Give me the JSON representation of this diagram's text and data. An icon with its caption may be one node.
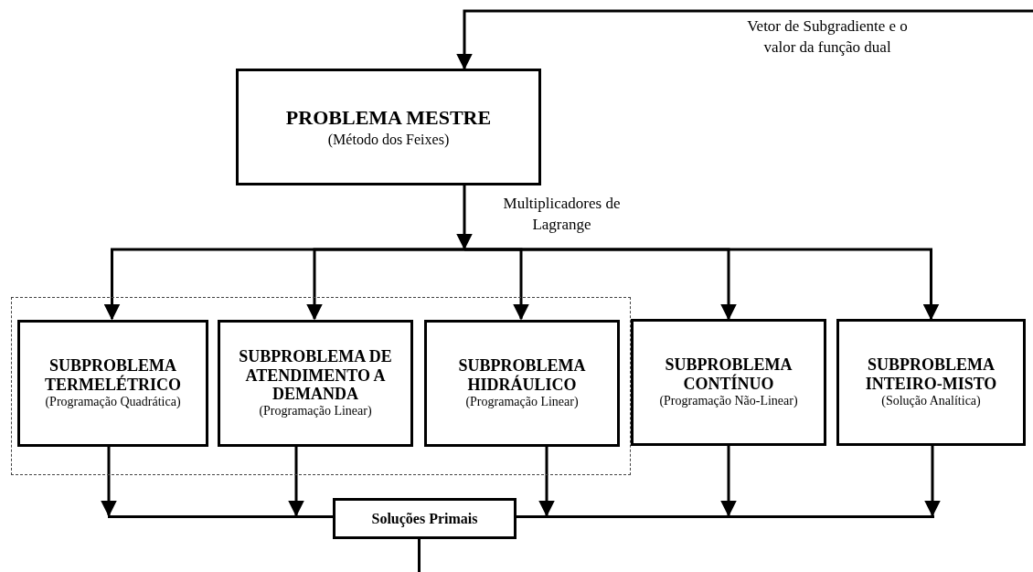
{
  "diagram": {
    "nodes": [
      {
        "text": [
          "PROBLEMA MESTRE",
          "(Método dos Feixes)"
        ]
      },
      {
        "text": [],
        "shape": "box"
      },
      {
        "text": [
          "SUBPROBLEMA TERMELÉTRICO",
          "(Programação Quadrática)"
        ],
        "in": 1
      },
      {
        "text": [
          "SUBPROBLEMA DE ATENDIMENTO A DEMANDA",
          "(Programação Linear)"
        ],
        "in": 1
      },
      {
        "text": [
          "SUBPROBLEMA HIDRÁULICO",
          "(Programação Linear)"
        ],
        "in": 1
      },
      {
        "text": [
          "SUBPROBLEMA CONTÍNUO",
          "(Programação Não-Linear)"
        ]
      },
      {
        "text": [
          "SUBPROBLEMA INTEIRO-MISTO",
          "(Solução Analítica)"
        ]
      },
      {
        "text": [
          "Soluções Primais"
        ]
      },
      {
        "text": [],
        "shape": "bar"
      }
    ],
    "edges": [
      {
        "from": null,
        "to": 0,
        "arrow": "to",
        "label": "Vetor de Subgradiente e o valor da função dual"
      },
      {
        "from": 0,
        "to": 2,
        "arrow": "to",
        "label": "Multiplicadores de Lagrange"
      },
      {
        "from": 0,
        "to": 3,
        "arrow": "to"
      },
      {
        "from": 0,
        "to": 4,
        "arrow": "to"
      },
      {
        "from": 0,
        "to": 5,
        "arrow": "to"
      },
      {
        "from": 0,
        "to": 6,
        "arrow": "to"
      },
      {
        "from": 2,
        "to": 8,
        "arrow": "to"
      },
      {
        "from": 3,
        "to": 8,
        "arrow": "to"
      },
      {
        "from": 4,
        "to": 8,
        "arrow": "to"
      },
      {
        "from": 5,
        "to": 8,
        "arrow": "to"
      },
      {
        "from": 6,
        "to": 8,
        "arrow": "to"
      },
      {
        "from": 7,
        "to": null,
        "arrow": "none"
      }
    ]
  }
}
